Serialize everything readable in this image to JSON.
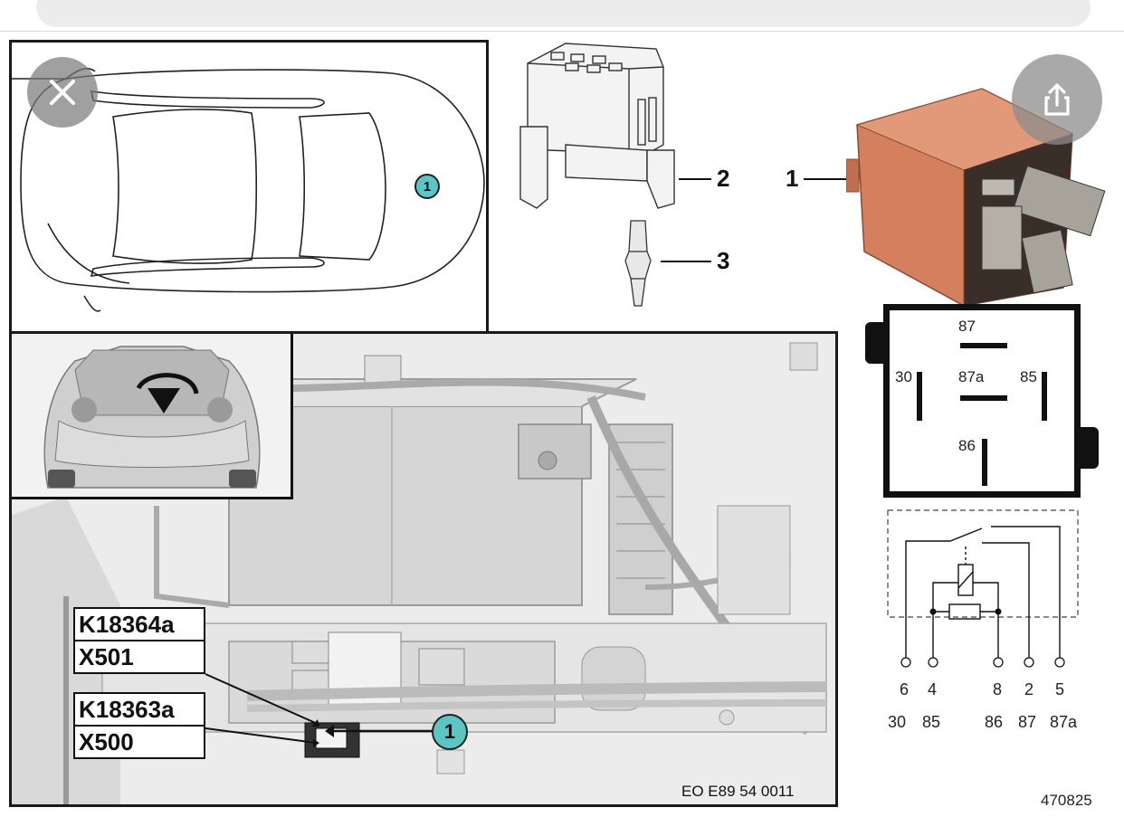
{
  "window": {
    "close_icon": "close-icon",
    "share_icon": "share-icon"
  },
  "parts": {
    "label_1": "1",
    "label_2": "2",
    "label_3": "3"
  },
  "callouts": {
    "k18364a": "K18364a",
    "x501": "X501",
    "k18363a": "K18363a",
    "x500": "X500",
    "marker": "1"
  },
  "relay_face": {
    "t87": "87",
    "t30": "30",
    "t87a": "87a",
    "t85": "85",
    "t86": "86"
  },
  "schematic": {
    "pins_top": [
      "6",
      "4",
      "8",
      "2",
      "5"
    ],
    "pins_bottom": [
      "30",
      "85",
      "86",
      "87",
      "87a"
    ]
  },
  "codes": {
    "figure_ref": "EO E89 54 0011",
    "part_no": "470825"
  },
  "colors": {
    "relay_body": "#d4805e",
    "marker_teal": "#5cc6c4",
    "overlay_gray": "#8c8c8c"
  }
}
